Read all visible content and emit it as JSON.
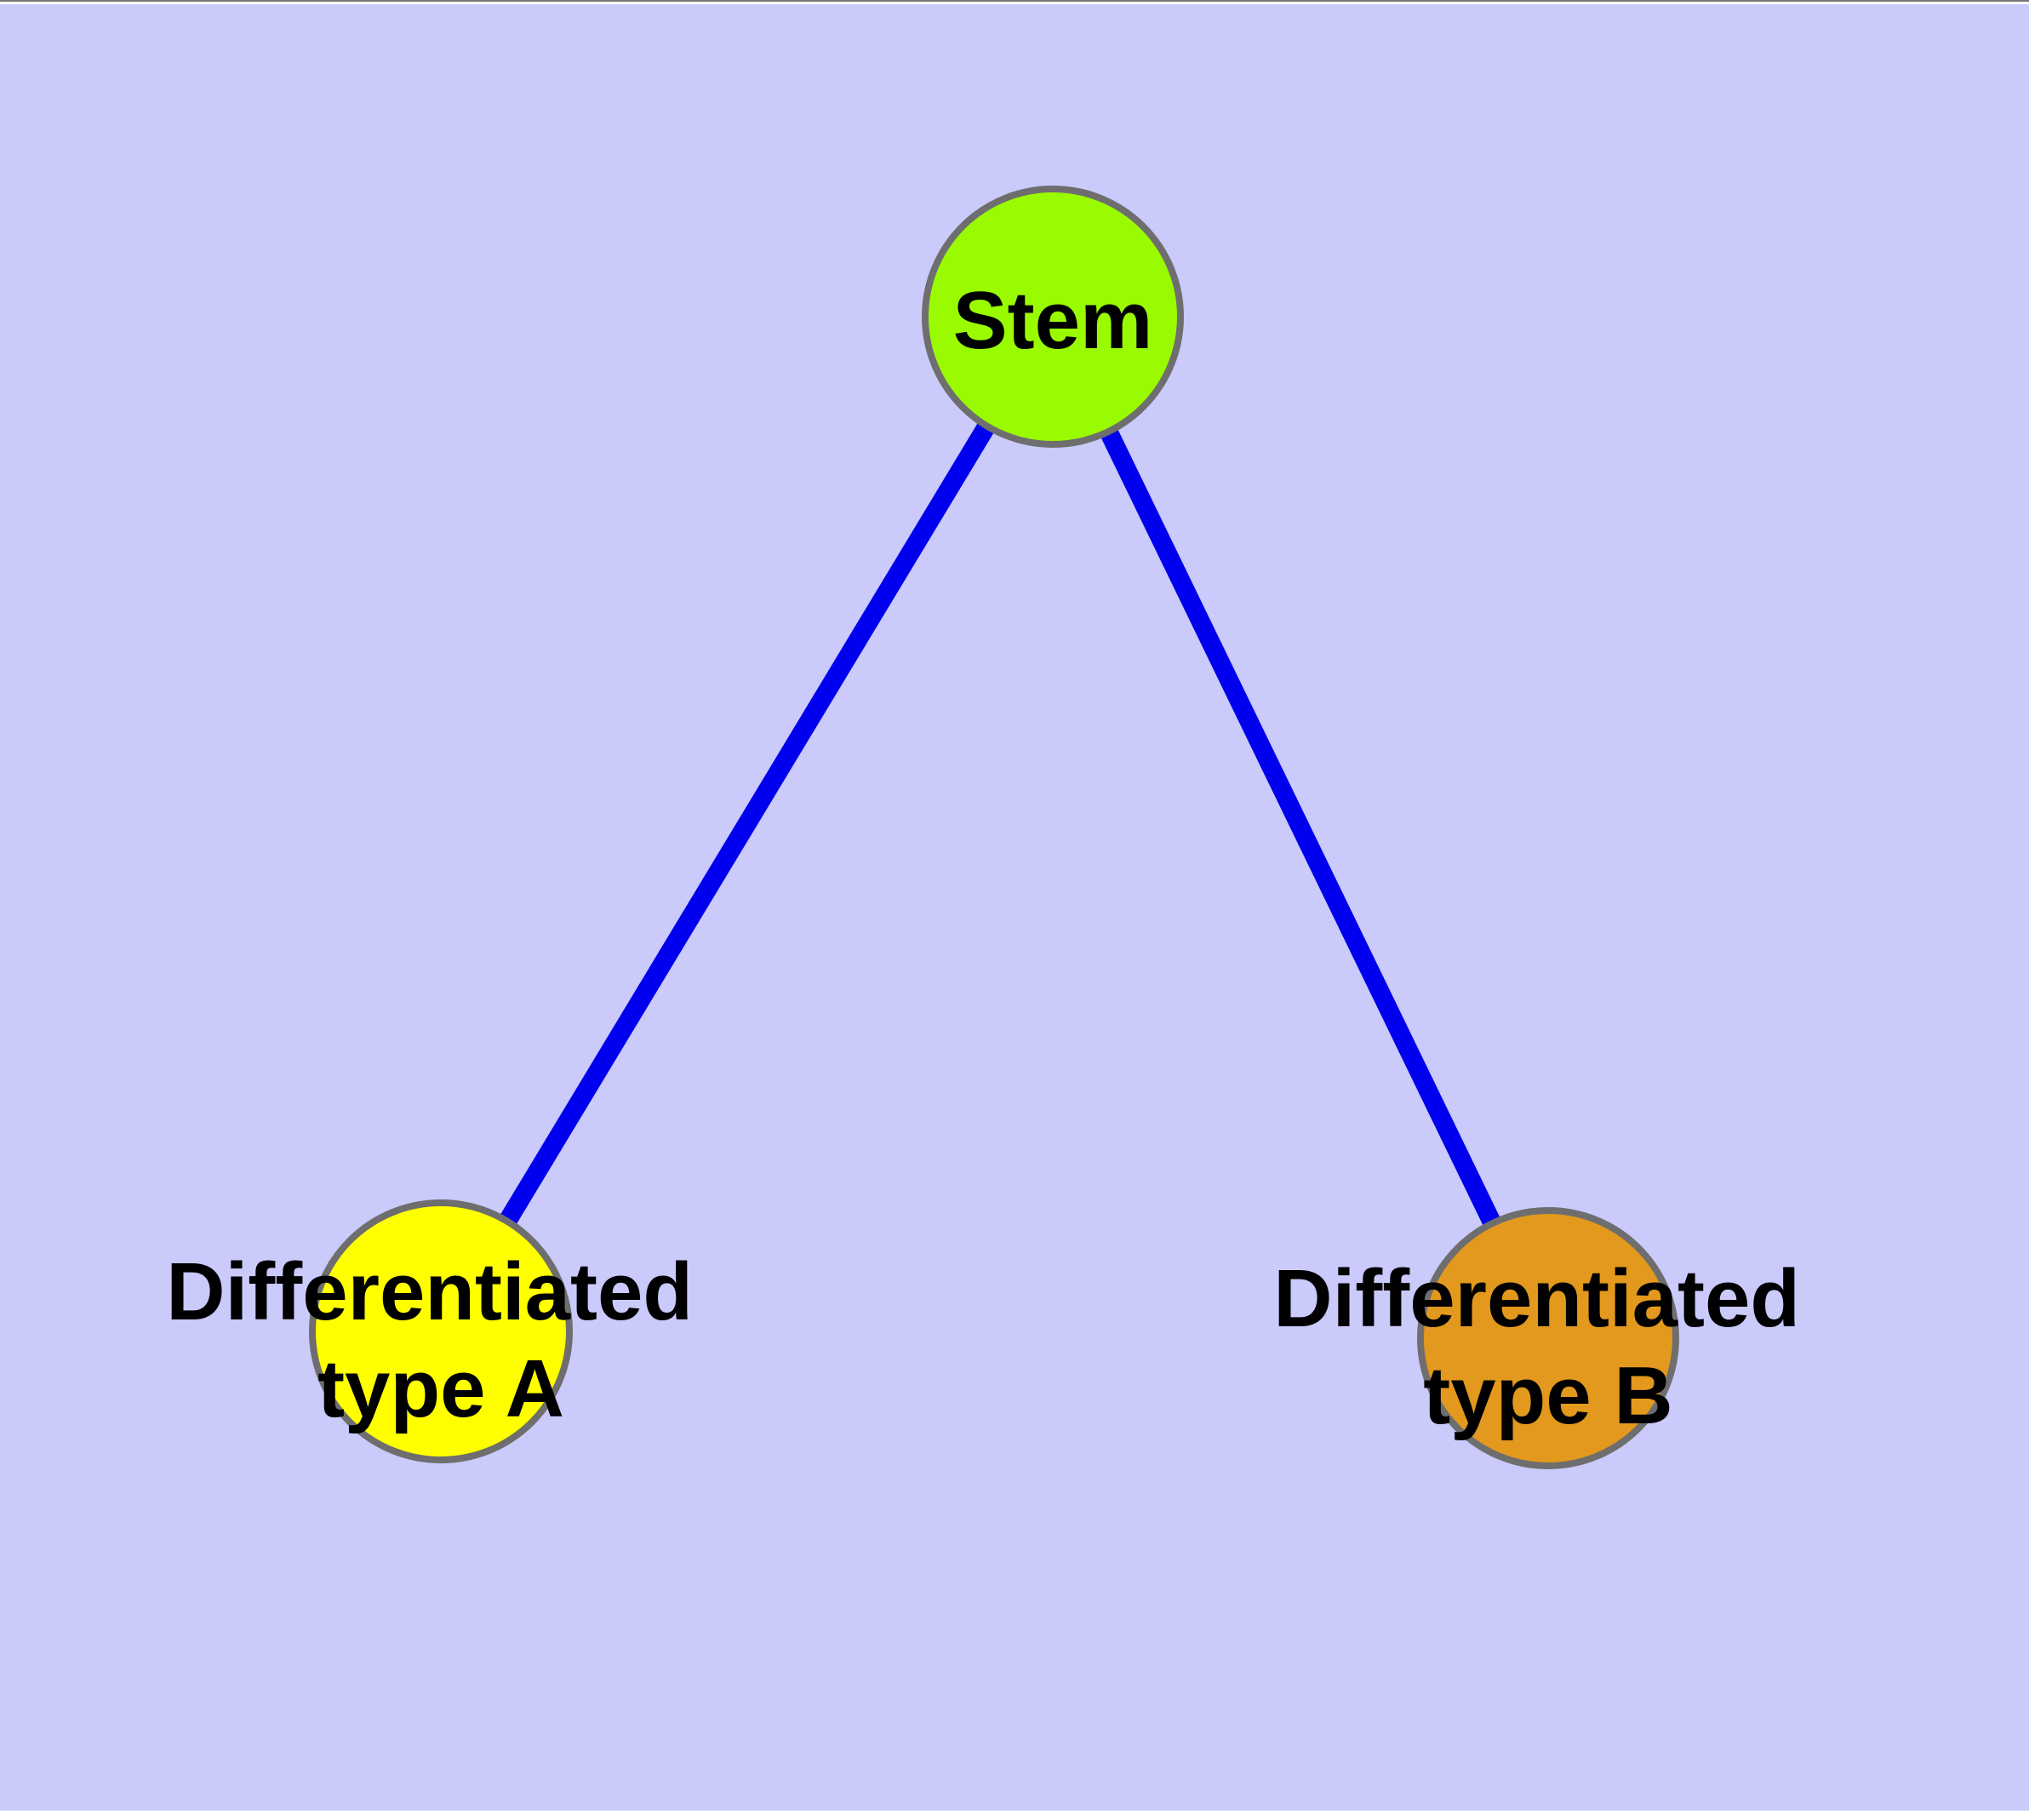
{
  "diagram": {
    "type": "node-link-graph",
    "background_color": "#CACAFB",
    "margin_color": "#FFFFFF",
    "edge_color": "#0000EE",
    "node_border_color": "#6E6E6E",
    "label_color": "#000000",
    "nodes": [
      {
        "id": "stem",
        "label": "Stem",
        "label2": "",
        "fill": "#9AFB00"
      },
      {
        "id": "differentiated-type-a",
        "label": "Differentiated",
        "label2": "type A",
        "fill": "#FFFF00"
      },
      {
        "id": "differentiated-type-b",
        "label": "Differentiated",
        "label2": "type B",
        "fill": "#E2991D"
      }
    ],
    "edges": [
      {
        "from": "Stem",
        "to": "Differentiated type A"
      },
      {
        "from": "Stem",
        "to": "Differentiated type B"
      }
    ]
  }
}
